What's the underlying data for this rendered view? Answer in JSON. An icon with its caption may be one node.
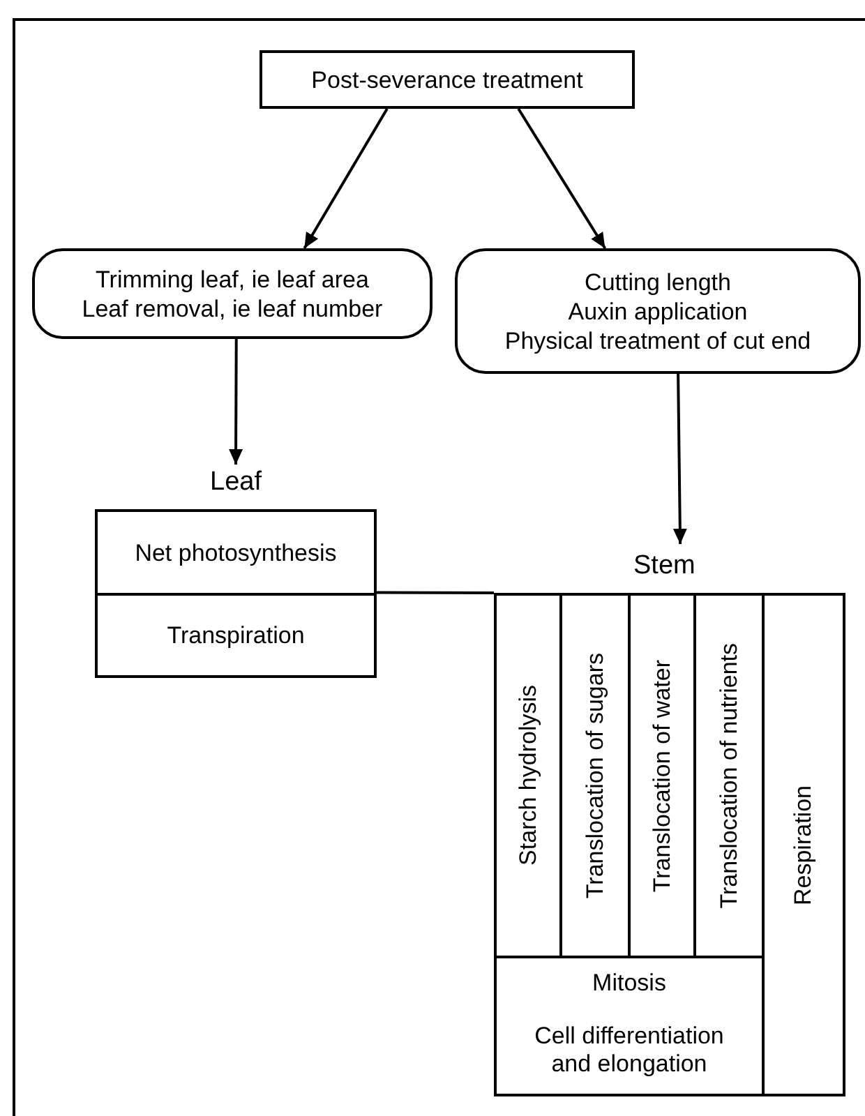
{
  "diagram": {
    "nodes": [
      {
        "text": [
          "Post-severance treatment"
        ]
      },
      {
        "text": [
          "Trimming leaf, ie leaf area",
          "Leaf removal, ie leaf number"
        ]
      },
      {
        "text": [
          "Cutting length",
          "Auxin application",
          "Physical treatment of cut end"
        ]
      },
      {
        "text": [
          "Leaf"
        ]
      },
      {
        "text": [
          "Net photosynthesis"
        ],
        "in": 3
      },
      {
        "text": [
          "Transpiration"
        ],
        "in": 3
      },
      {
        "text": [
          "Stem"
        ]
      },
      {
        "text": [
          "Starch hydrolysis"
        ],
        "in": 6
      },
      {
        "text": [
          "Translocation of sugars"
        ],
        "in": 6
      },
      {
        "text": [
          "Translocation of water"
        ],
        "in": 6
      },
      {
        "text": [
          "Translocation of nutrients"
        ],
        "in": 6
      },
      {
        "text": [
          "Respiration"
        ],
        "in": 6
      },
      {
        "text": [
          "Mitosis",
          "Cell differentiation and elongation"
        ],
        "in": 6
      }
    ],
    "edges": [
      {
        "from": 0,
        "to": 1,
        "arrow": "to"
      },
      {
        "from": 0,
        "to": 2,
        "arrow": "to"
      },
      {
        "from": 1,
        "to": 3,
        "arrow": "to"
      },
      {
        "from": 2,
        "to": 6,
        "arrow": "to"
      },
      {
        "from": 3,
        "to": 6,
        "arrow": "none"
      }
    ]
  }
}
